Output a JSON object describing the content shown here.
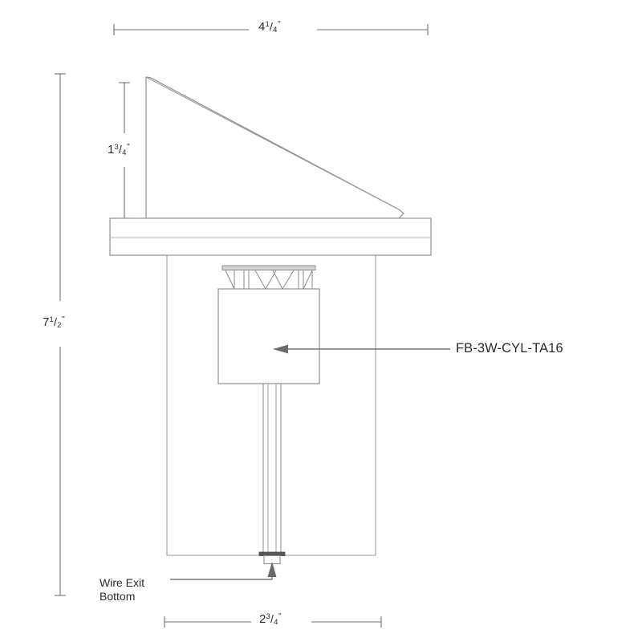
{
  "drawing": {
    "title": "FB-3W-CYL-TA16 dimensional drawing",
    "background_color": "#ffffff",
    "line_color": "#8a8a8a",
    "dim_line_color": "#6f6f6f",
    "text_color": "#2b2b2b"
  },
  "dimensions": {
    "width_top": {
      "whole": "4",
      "numerator": "1",
      "slash": "/",
      "denominator": "4",
      "unit": "\"",
      "full": "4 1/4\""
    },
    "height_overall": {
      "whole": "7",
      "numerator": "1",
      "slash": "/",
      "denominator": "2",
      "unit": "\"",
      "full": "7 1/2\""
    },
    "height_wedge": {
      "whole": "1",
      "numerator": "3",
      "slash": "/",
      "denominator": "4",
      "unit": "\"",
      "full": "1 3/4\""
    },
    "width_bottom": {
      "whole": "2",
      "numerator": "3",
      "slash": "/",
      "denominator": "4",
      "unit": "\"",
      "full": "2 3/4\""
    }
  },
  "callouts": {
    "part_number": "FB-3W-CYL-TA16",
    "wire_exit_line1": "Wire Exit",
    "wire_exit_line2": "Bottom"
  }
}
